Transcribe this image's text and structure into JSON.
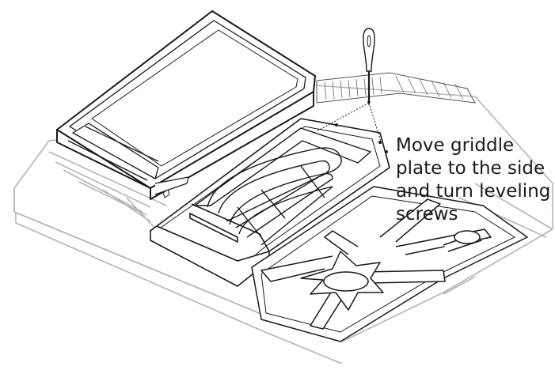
{
  "figure": {
    "caption_lines": [
      "Move griddle",
      "plate to the side",
      "and turn leveling",
      "screws"
    ],
    "colors": {
      "ink": "#1a1a1a",
      "faint": "#b5b5b5",
      "background": "#ffffff"
    },
    "icons": [
      "screwdriver-icon",
      "griddle-plate",
      "burner-grate",
      "heating-element",
      "leveling-screw"
    ]
  }
}
